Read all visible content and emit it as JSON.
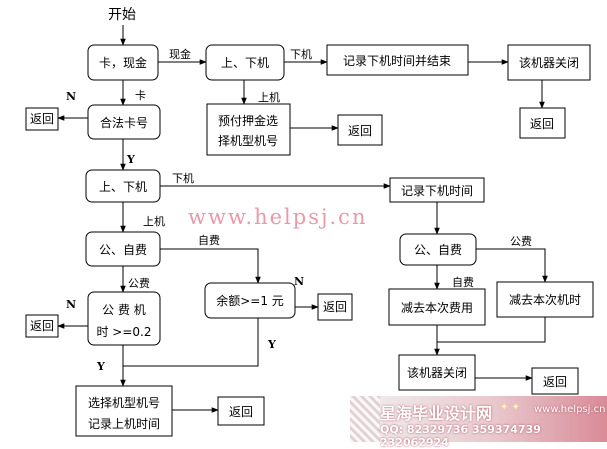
{
  "start_label": "开始",
  "nodes": {
    "card_cash": "卡，现金",
    "updown1": "上、下机",
    "record_end": "记录下机时间并结束",
    "close1": "该机器关闭",
    "prepay_1": "预付押金选",
    "prepay_2": "择机型机号",
    "return_prepay": "返回",
    "return_close1": "返回",
    "legal_card": "合法卡号",
    "return_invalid": "返回",
    "updown2": "上、下机",
    "record_time": "记录下机时间",
    "pub_self1": "公、自费",
    "pub_self2": "公、自费",
    "balance": "余额>=1 元",
    "return_balance": "返回",
    "pub_time_1": "公 费 机",
    "pub_time_2": "时 >=0.2",
    "return_pubtime": "返回",
    "sub_cost": "减去本次费用",
    "sub_time": "减去本次机时",
    "close2": "该机器关闭",
    "return_close2": "返回",
    "select_1": "选择机型机号",
    "select_2": "记录上机时间",
    "return_select": "返回"
  },
  "edge_labels": {
    "cash": "现金",
    "down1": "下机",
    "up1": "上机",
    "card": "卡",
    "n1": "N",
    "y1": "Y",
    "down2": "下机",
    "up2": "上机",
    "self1": "自费",
    "public1": "公费",
    "n2": "N",
    "y2": "Y",
    "n3": "N",
    "y3": "Y",
    "public2": "公费",
    "self2": "自费"
  },
  "watermark": "www.helpsj.cn",
  "banner": {
    "title": "星海毕业设计网",
    "url": "www.helpsj.cn",
    "qq": "QQ: 82329736  359374739  232062924"
  }
}
